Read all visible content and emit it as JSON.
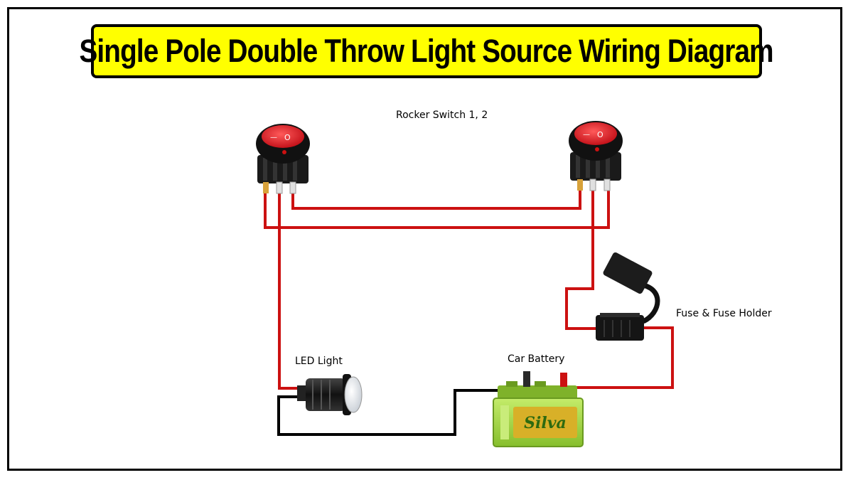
{
  "title": "Single Pole Double Throw Light Source Wiring Diagram",
  "labels": {
    "rocker_switch": "Rocker Switch 1, 2",
    "fuse": "Fuse & Fuse Holder",
    "led": "LED Light",
    "battery": "Car Battery",
    "battery_brand": "Silva"
  },
  "switch_markings": {
    "off": "O",
    "on": "—"
  },
  "colors": {
    "title_bg": "#ffff00",
    "positive_wire": "#cc1111",
    "negative_wire": "#000000",
    "switch_rocker": "#e8222a",
    "battery_body": "#a8d84a"
  }
}
